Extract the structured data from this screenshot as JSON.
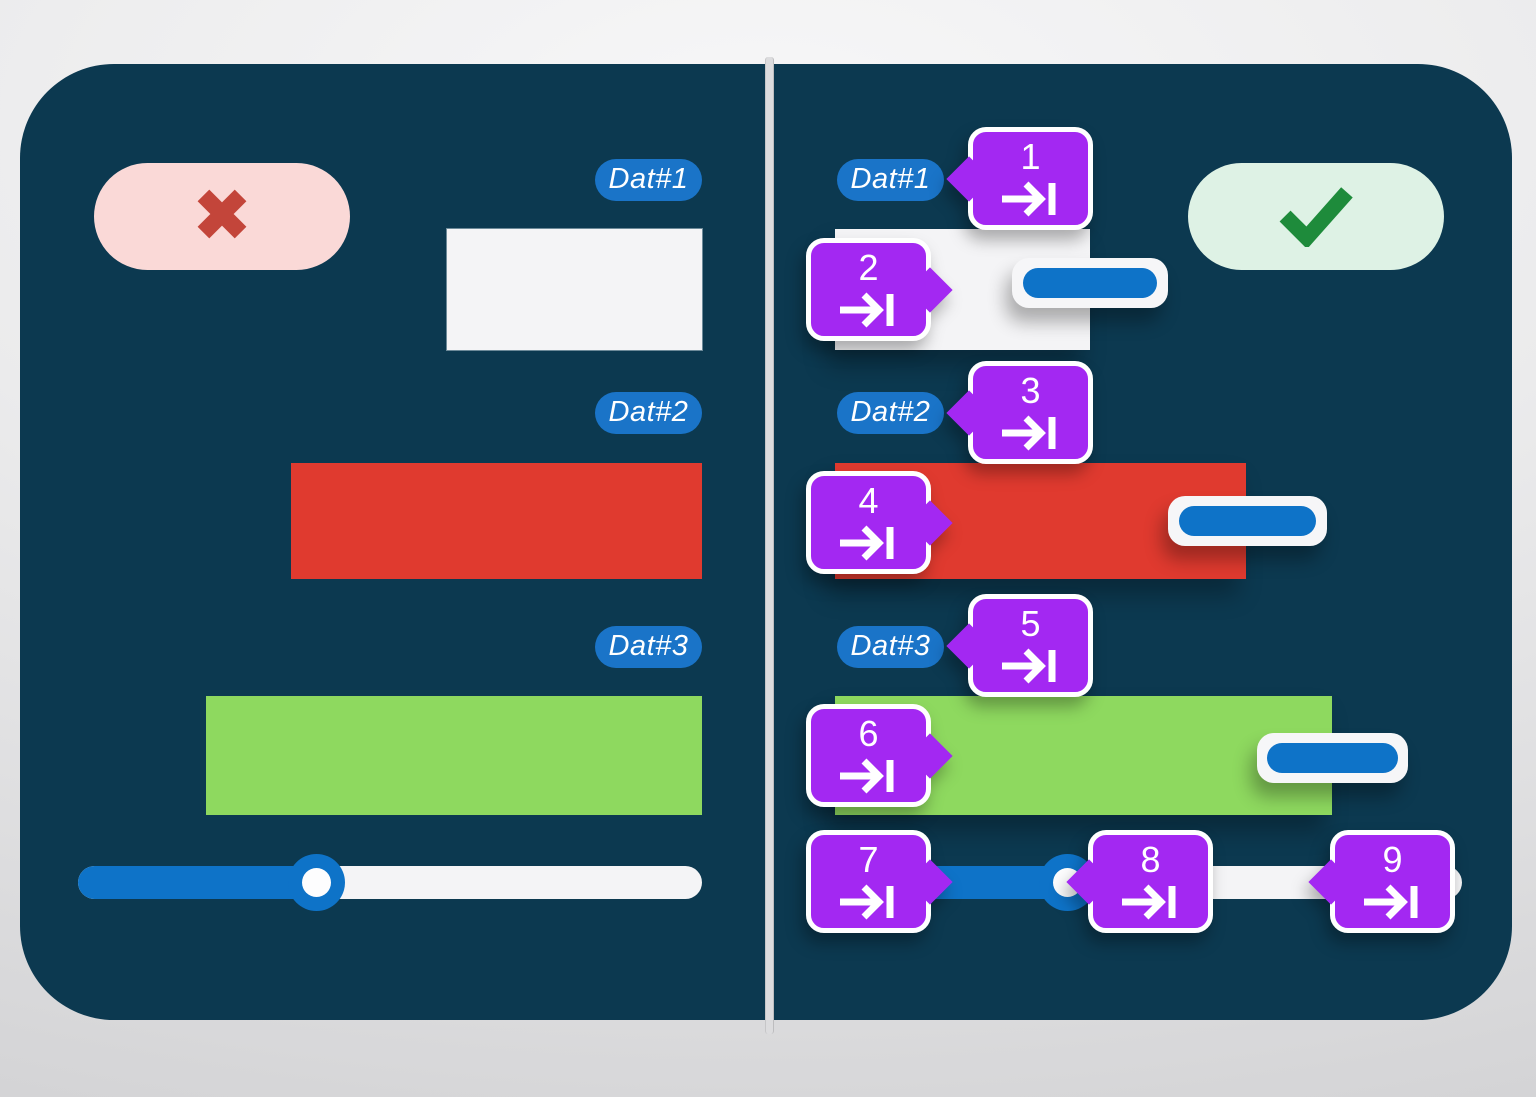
{
  "colors": {
    "panel_bg": "#0c3950",
    "canvas_bg": "#e9e9ea",
    "divider": "#dcdcde",
    "label_chip_blue": "#1a74c8",
    "slider_blue": "#0e73c8",
    "callout_purple": "#a328f2",
    "bar_white": "#f4f4f6",
    "bar_red": "#e03a2f",
    "bar_green": "#8ed95f",
    "wrong_pill_bg": "#fad9d7",
    "wrong_x_red": "#c3453a",
    "right_pill_bg": "#def2e5",
    "right_check_green": "#1e8b3b"
  },
  "left_panel": {
    "verdict_icon": "x-mark",
    "labels": [
      {
        "text": "Dat#1"
      },
      {
        "text": "Dat#2"
      },
      {
        "text": "Dat#3"
      }
    ],
    "slider": {
      "value_percent": 38
    }
  },
  "right_panel": {
    "verdict_icon": "check-mark",
    "labels": [
      {
        "text": "Dat#1"
      },
      {
        "text": "Dat#2"
      },
      {
        "text": "Dat#3"
      }
    ],
    "slider": {
      "value_percent": 39
    },
    "tab_stops": [
      {
        "number": "1"
      },
      {
        "number": "2"
      },
      {
        "number": "3"
      },
      {
        "number": "4"
      },
      {
        "number": "5"
      },
      {
        "number": "6"
      },
      {
        "number": "7"
      },
      {
        "number": "8"
      },
      {
        "number": "9"
      }
    ]
  }
}
